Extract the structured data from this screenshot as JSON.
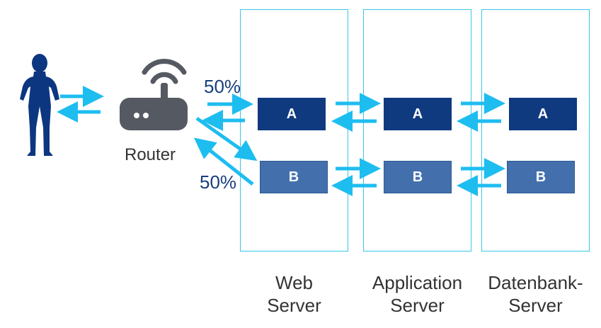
{
  "router": {
    "label": "Router",
    "icon": "router-icon"
  },
  "user": {
    "icon": "person-icon"
  },
  "split": {
    "top_label": "50%",
    "bottom_label": "50%"
  },
  "tiers": [
    {
      "line1": "Web",
      "line2": "Server"
    },
    {
      "line1": "Application",
      "line2": "Server"
    },
    {
      "line1": "Datenbank-",
      "line2": "Server"
    }
  ],
  "nodes": {
    "a_label": "A",
    "b_label": "B"
  },
  "colors": {
    "arrow": "#1ebdf0",
    "tier_border": "#38c6e6",
    "node_a": "#0f3a80",
    "node_b": "#4370ad",
    "person": "#0d3680",
    "router": "#555a62",
    "percent_text": "#1a3f7e"
  }
}
